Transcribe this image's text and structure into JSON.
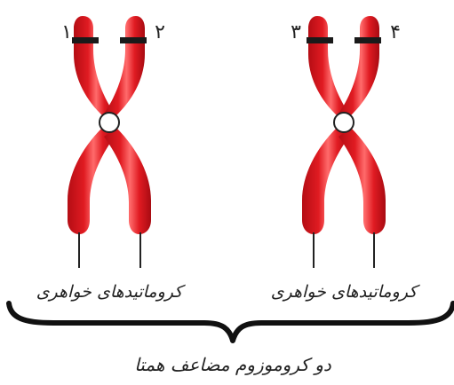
{
  "labels": {
    "chromatid_1": "۱",
    "chromatid_2": "۲",
    "chromatid_3": "۳",
    "chromatid_4": "۴",
    "sister_chromatids_left": "کروماتیدهای خواهری",
    "sister_chromatids_right": "کروماتیدهای خواهری",
    "caption": "دو کروموزوم مضاعف همتا"
  },
  "colors": {
    "chromatid": "#e01b22",
    "chromatid_dark": "#b50d14",
    "chromatid_highlight": "#ff7a7a",
    "band": "#1a1a1a",
    "centromere": "#ffffff",
    "line": "#222222"
  }
}
